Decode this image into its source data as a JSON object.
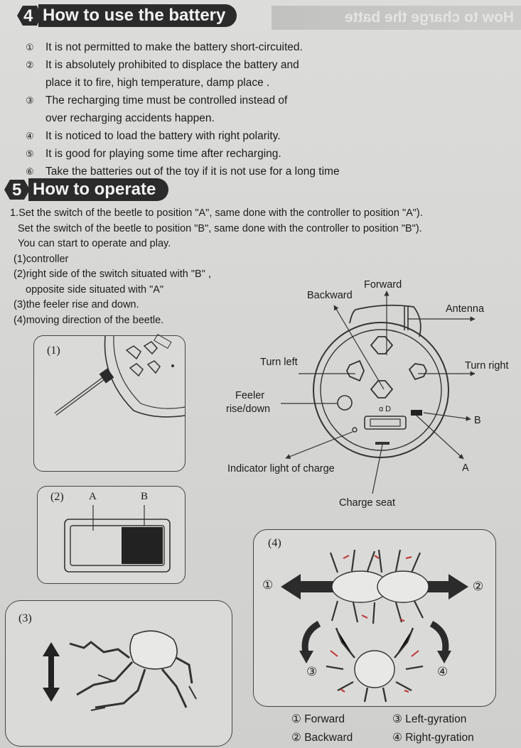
{
  "section4": {
    "number": "4",
    "title": "How to use the battery",
    "ghost_text": "How to charge the batte",
    "items": [
      {
        "marker": "①",
        "text": "It is not permitted to make the battery short-circuited."
      },
      {
        "marker": "②",
        "text": "It is absolutely prohibited to displace the battery and"
      },
      {
        "marker": "",
        "text": "place it to fire, high temperature, damp place ."
      },
      {
        "marker": "③",
        "text": "The recharging time must be controlled instead of"
      },
      {
        "marker": "",
        "text": "over recharging accidents happen."
      },
      {
        "marker": "④",
        "text": "It is noticed to load the battery with right polarity."
      },
      {
        "marker": "⑤",
        "text": "It is good for playing some time after recharging."
      },
      {
        "marker": "⑥",
        "text": "Take the batteries out of the toy if it is not use for a long time"
      }
    ]
  },
  "section5": {
    "number": "5",
    "title": "How to operate",
    "lines": [
      "1.Set the switch of the beetle to position \"A\", same done with the controller to position \"A\").",
      "  Set the switch of the beetle to position \"B\", same done with the controller to position \"B\").",
      "  You can start to operate and play.",
      " (1)controller",
      " (2)right side of the switch situated with \"B\" ,",
      "    opposite side situated with \"A\"",
      " (3)the feeler rise and down.",
      " (4)moving direction of the beetle."
    ]
  },
  "panels": {
    "p1": "(1)",
    "p2": "(2)",
    "p2_a": "A",
    "p2_b": "B",
    "p3": "(3)",
    "p4": "(4)"
  },
  "controller": {
    "forward": "Forward",
    "backward": "Backward",
    "antenna": "Antenna",
    "turn_left": "Turn left",
    "turn_right": "Turn right",
    "feeler_1": "Feeler",
    "feeler_2": "rise/down",
    "b": "B",
    "a": "A",
    "indicator": "Indicator light of charge",
    "charge_seat": "Charge seat",
    "switch_marks": "ɑ D"
  },
  "movement": {
    "m1": "①",
    "m2": "②",
    "m3": "③",
    "m4": "④"
  },
  "legend": {
    "forward": "① Forward",
    "backward": "② Backward",
    "left": "③ Left-gyration",
    "right": "④ Right-gyration"
  }
}
